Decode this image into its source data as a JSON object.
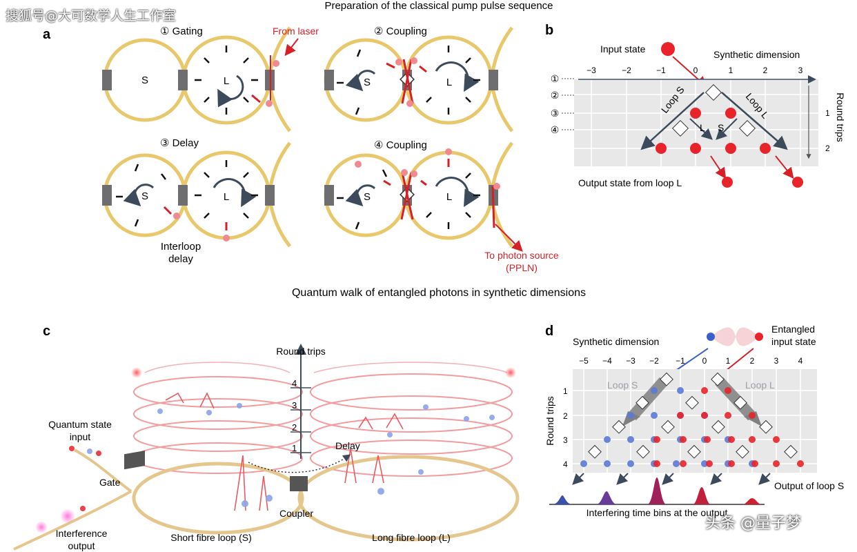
{
  "watermarks": {
    "top_left": "搜狐号@大可数学人生工作室",
    "bottom_right": "头条 @量子梦"
  },
  "titles": {
    "top": "Preparation of the classical pump pulse sequence",
    "middle": "Quantum walk of entangled photons in synthetic dimensions"
  },
  "panel_a": {
    "letter": "a",
    "steps": [
      "① Gating",
      "② Coupling",
      "③ Delay",
      "④ Coupling"
    ],
    "loop_small": "S",
    "loop_large": "L",
    "from_laser": "From laser",
    "interloop_delay": [
      "Interloop",
      "delay"
    ],
    "to_source": [
      "To photon source",
      "(PPLN)"
    ]
  },
  "panel_b": {
    "letter": "b",
    "input_state": "Input state",
    "synthetic_dimension": "Synthetic dimension",
    "ticks": [
      "−3",
      "−2",
      "−1",
      "0",
      "1",
      "2",
      "3"
    ],
    "step_markers": [
      "①",
      "②",
      "③",
      "④"
    ],
    "round_trips_label": "Round trips",
    "round_trip_ticks": [
      "1",
      "2"
    ],
    "loop_s": "Loop S",
    "loop_l": "Loop L",
    "small_l": "L",
    "small_s": "S",
    "output_label": "Output state from loop L"
  },
  "panel_c": {
    "letter": "c",
    "round_trips": "Round trips",
    "trip_ticks": [
      "1",
      "2",
      "3",
      "4"
    ],
    "delay": "Delay",
    "quantum_input": [
      "Quantum state",
      "input"
    ],
    "gate": "Gate",
    "coupler": "Coupler",
    "interference_output": [
      "Interference",
      "output"
    ],
    "short_loop": "Short fibre loop (S)",
    "long_loop": "Long fibre loop (L)"
  },
  "panel_d": {
    "letter": "d",
    "synthetic_dimension": "Synthetic dimension",
    "entangled": [
      "Entangled",
      "input state"
    ],
    "ticks": [
      "−5",
      "−4",
      "−3",
      "−2",
      "−1",
      "0",
      "1",
      "2",
      "3",
      "4"
    ],
    "round_trips_label": "Round trips",
    "round_trip_ticks": [
      "1",
      "2",
      "3",
      "4"
    ],
    "loop_s": "Loop S",
    "loop_l": "Loop L",
    "output_loop_s": "Output of loop S",
    "interfering": "Interfering time bins at the output"
  },
  "colors": {
    "fibre": "#e8c86a",
    "red": "#e8242a",
    "blue": "#4a6fd0",
    "grid": "#dcdcdc",
    "arrow": "#3c4a5c",
    "grey_block": "#6e6e70"
  }
}
